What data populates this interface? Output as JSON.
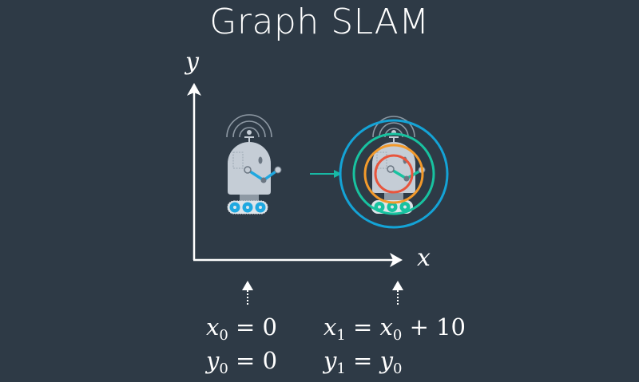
{
  "title": "Graph SLAM",
  "axes": {
    "x_label": "x",
    "y_label": "y"
  },
  "poses": [
    {
      "id": "pose-0",
      "equations": {
        "x_var": "x",
        "x_sub": "0",
        "x_eq": "= 0",
        "y_var": "y",
        "y_sub": "0",
        "y_eq": "= 0"
      }
    },
    {
      "id": "pose-1",
      "equations": {
        "x_var": "x",
        "x_sub": "1",
        "x_eq_mid": "=",
        "x_rhs_var": "x",
        "x_rhs_sub": "0",
        "x_rhs_tail": "+ 10",
        "y_var": "y",
        "y_sub": "1",
        "y_eq_mid": "=",
        "y_rhs_var": "y",
        "y_rhs_sub": "0"
      }
    }
  ],
  "colors": {
    "background": "#2e3a46",
    "axis": "#ffffff",
    "robot_body": "#c5cdd6",
    "robot_arm_blue": "#1fa8e0",
    "robot_arm_teal": "#1ec8a8",
    "ring_outer": "#14a3d6",
    "ring_teal": "#18c2a0",
    "ring_orange": "#f39a2b",
    "ring_red": "#e8553d",
    "motion_arrow": "#18b8a4"
  }
}
